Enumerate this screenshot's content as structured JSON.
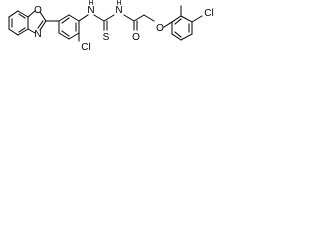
{
  "structure": {
    "atoms": {
      "oxazole_o": "O",
      "oxazole_n": "N",
      "chloro_1": "Cl",
      "thiourea_nh1_n": "N",
      "thiourea_nh1_h": "H",
      "thiourea_nh2_n": "N",
      "thiourea_nh2_h": "H",
      "thione_s": "S",
      "carbonyl_o": "O",
      "ether_o": "O",
      "chloro_2": "Cl"
    }
  }
}
